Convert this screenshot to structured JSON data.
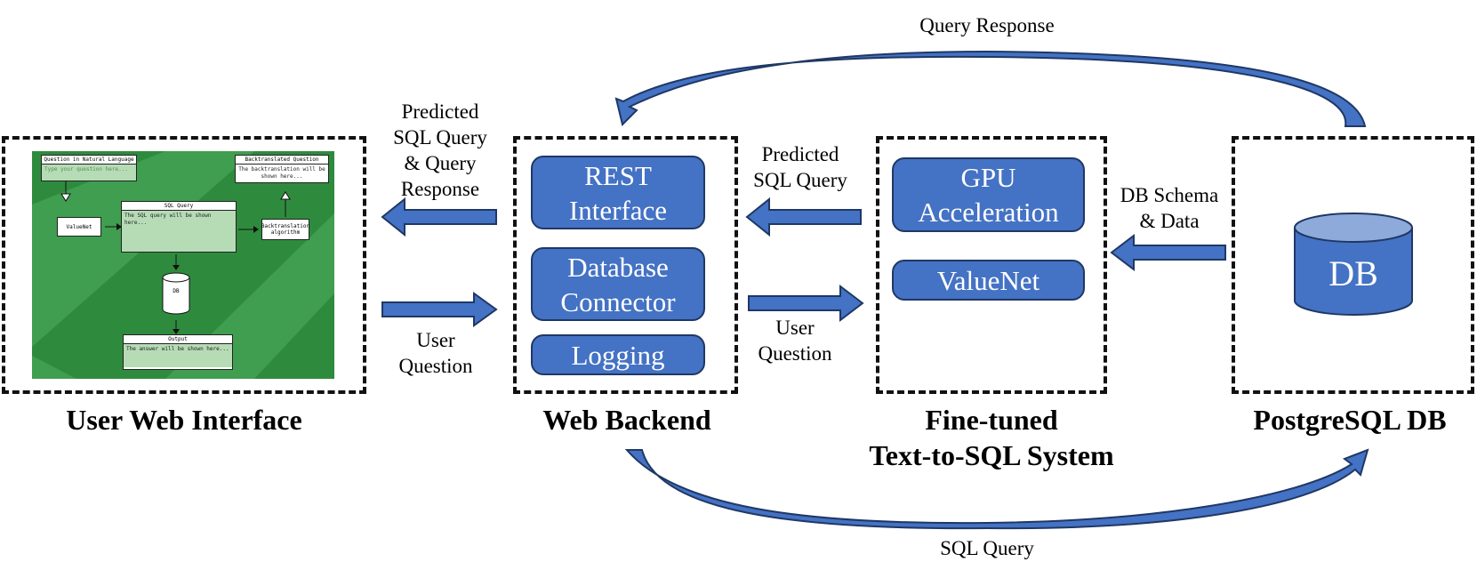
{
  "nodes": {
    "web_ui": {
      "title": "User Web Interface"
    },
    "backend": {
      "title": "Web Backend",
      "components": [
        "REST\nInterface",
        "Database\nConnector",
        "Logging"
      ]
    },
    "text2sql": {
      "title": "Fine-tuned\nText-to-SQL System",
      "components": [
        "GPU\nAcceleration",
        "ValueNet"
      ]
    },
    "db": {
      "title": "PostgreSQL DB",
      "cylinder_label": "DB"
    }
  },
  "edges": {
    "query_response": "Query Response",
    "predicted_query_response": "Predicted\nSQL Query\n& Query\nResponse",
    "user_question_1": "User\nQuestion",
    "predicted_sql": "Predicted\nSQL Query",
    "user_question_2": "User\nQuestion",
    "schema_data": "DB Schema\n& Data",
    "sql_query": "SQL Query"
  },
  "thumbnail": {
    "question_title": "Question in Natural Language",
    "question_placeholder": "Type your question here...",
    "valuenet": "ValueNet",
    "sql_title": "SQL Query",
    "sql_body": "The SQL query will be shown here...",
    "back_title": "Backtranslated Question",
    "back_body": "The backtranslation will be shown here...",
    "back_algo": "Backtranslation algorithm",
    "db": "DB",
    "output_title": "Output",
    "output_body": "The answer will be shown here..."
  },
  "colors": {
    "accent": "#4472c4",
    "accent_dark": "#1f3864",
    "thumb_green": "#2e8b3e"
  }
}
